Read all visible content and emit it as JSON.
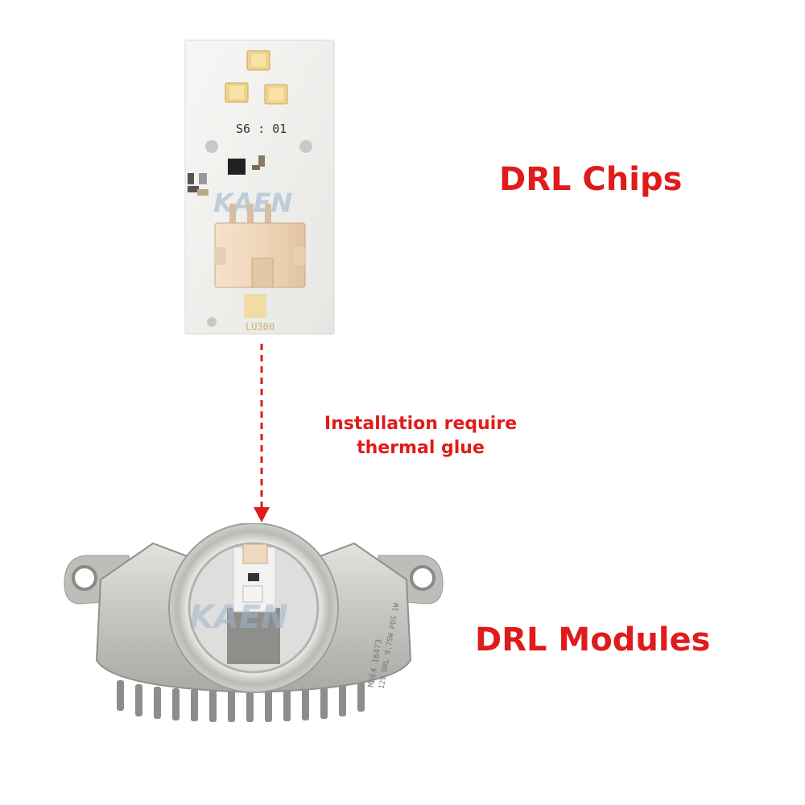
{
  "labels": {
    "chips": "DRL Chips",
    "modules": "DRL Modules",
    "note_line1": "Installation require",
    "note_line2": "thermal glue"
  },
  "chip_board": {
    "silkscreen": "S6 : 01",
    "watermark": "KAEN"
  },
  "module": {
    "watermark": "KAEN",
    "print_line1": "MDE4 16473",
    "print_line2": "12V DRL 9.75W POS 1W"
  },
  "colors": {
    "accent_red": "#e01b1b",
    "board_white": "#f2f2f0",
    "connector_beige": "#efd8c0",
    "module_silver": "#c9c9c6"
  }
}
